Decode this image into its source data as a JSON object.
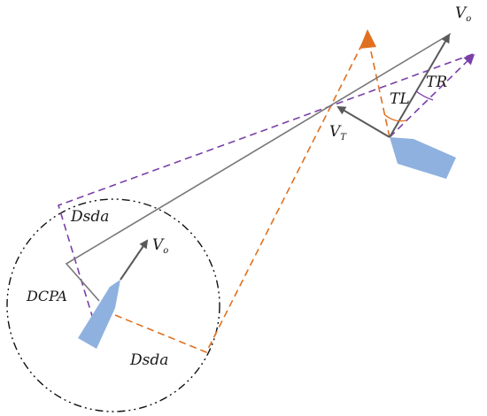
{
  "labels": {
    "vo_top": "V",
    "vo_top_sub": "o",
    "vo_own": "V",
    "vo_own_sub": "o",
    "vt": "V",
    "vt_sub": "T",
    "tl": "TL",
    "tr": "TR",
    "dsda_upper": "Dsda",
    "dsda_lower": "Dsda",
    "dcpa": "DCPA"
  },
  "colors": {
    "relative_line": "#777777",
    "orange_dashed": "#e07020",
    "purple_dashed": "#7a3fa8",
    "ship_fill": "#8fb1e0",
    "vector_arrow": "#595959",
    "safety_circle": "#111111"
  }
}
